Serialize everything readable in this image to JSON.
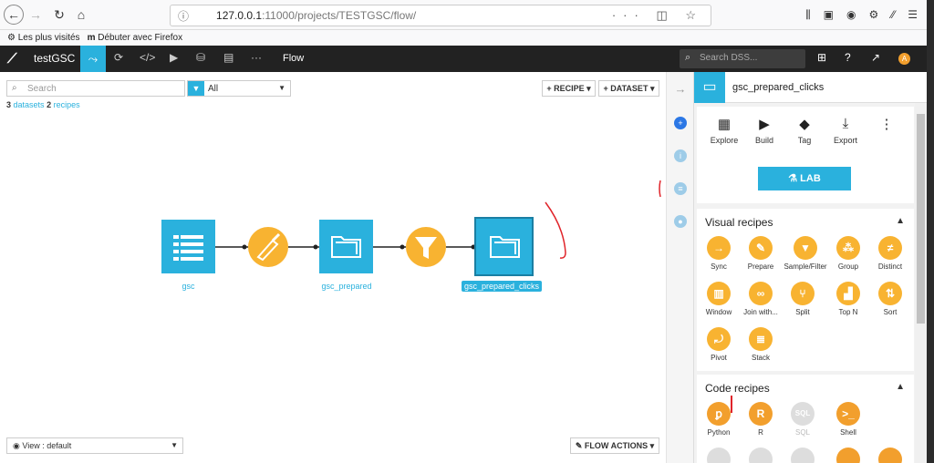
{
  "browser": {
    "url_host": "127.0.0.1",
    "url_rest": ":11000/projects/TESTGSC/flow/",
    "bookmarks": [
      "Les plus visités",
      "Débuter avec Firefox"
    ]
  },
  "dss": {
    "project_name": "testGSC",
    "active_tab": "Flow",
    "search_placeholder": "Search DSS...",
    "avatar_letter": "A"
  },
  "canvas": {
    "search_placeholder": "Search",
    "filter_value": "All",
    "counts": {
      "datasets_num": "3",
      "datasets_label": "datasets",
      "recipes_num": "2",
      "recipes_label": "recipes"
    },
    "recipe_button": "+ RECIPE",
    "dataset_button": "+ DATASET",
    "view_select": "View : default",
    "flow_actions_button": "FLOW ACTIONS",
    "nodes": [
      {
        "label": "gsc",
        "kind": "dataset"
      },
      {
        "label": "",
        "kind": "prepare-recipe"
      },
      {
        "label": "gsc_prepared",
        "kind": "dataset"
      },
      {
        "label": "",
        "kind": "filter-recipe"
      },
      {
        "label": "gsc_prepared_clicks",
        "kind": "dataset",
        "selected": true
      }
    ]
  },
  "panel": {
    "title": "gsc_prepared_clicks",
    "actions": [
      "Explore",
      "Build",
      "Tag",
      "Export"
    ],
    "lab_button": "LAB",
    "visual_recipes": {
      "title": "Visual recipes",
      "items": [
        "Sync",
        "Prepare",
        "Sample/Filter",
        "Group",
        "Distinct",
        "Window",
        "Join with...",
        "Split",
        "Top N",
        "Sort",
        "Pivot",
        "Stack"
      ]
    },
    "code_recipes": {
      "title": "Code recipes",
      "items": [
        "Python",
        "R",
        "SQL",
        "Shell"
      ]
    }
  },
  "colors": {
    "accent": "#2ab1dd",
    "recipe": "#f8b331",
    "topbar": "#222222"
  }
}
